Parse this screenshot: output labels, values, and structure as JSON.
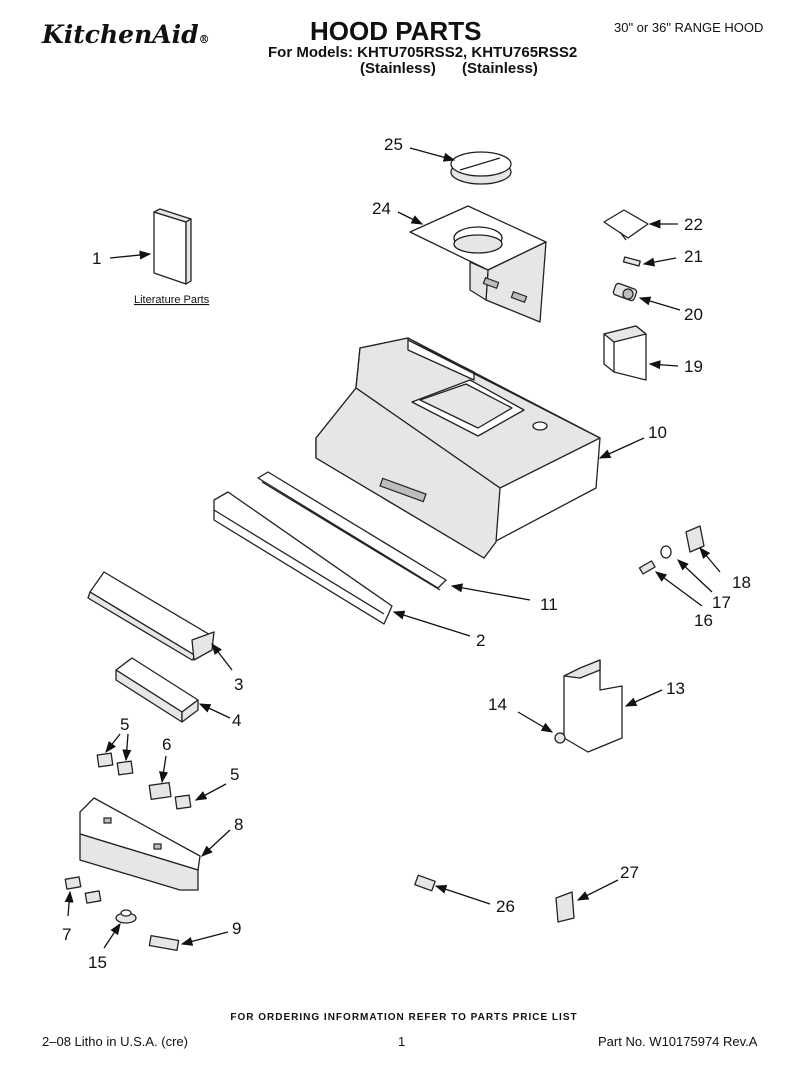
{
  "header": {
    "brand": "KitchenAid",
    "brand_mark": "®",
    "title": "HOOD PARTS",
    "models": "For Models: KHTU705RSS2, KHTU765RSS2",
    "variants": "(Stainless) (Stainless)",
    "hood_type": "30\" or 36\" RANGE HOOD"
  },
  "diagram": {
    "literature_label": "Literature Parts",
    "callouts": {
      "p1": "1",
      "p2": "2",
      "p3": "3",
      "p4": "4",
      "p5a": "5",
      "p5b": "5",
      "p6": "6",
      "p7": "7",
      "p8": "8",
      "p9": "9",
      "p10": "10",
      "p11": "11",
      "p13": "13",
      "p14": "14",
      "p15": "15",
      "p16": "16",
      "p17": "17",
      "p18": "18",
      "p19": "19",
      "p20": "20",
      "p21": "21",
      "p22": "22",
      "p24": "24",
      "p25": "25",
      "p26": "26",
      "p27": "27"
    }
  },
  "footer": {
    "order_note": "FOR ORDERING INFORMATION REFER TO PARTS PRICE LIST",
    "litho": "2–08 Litho in U.S.A. (cre)",
    "page": "1",
    "part_no": "Part No. W10175974 Rev.A"
  }
}
